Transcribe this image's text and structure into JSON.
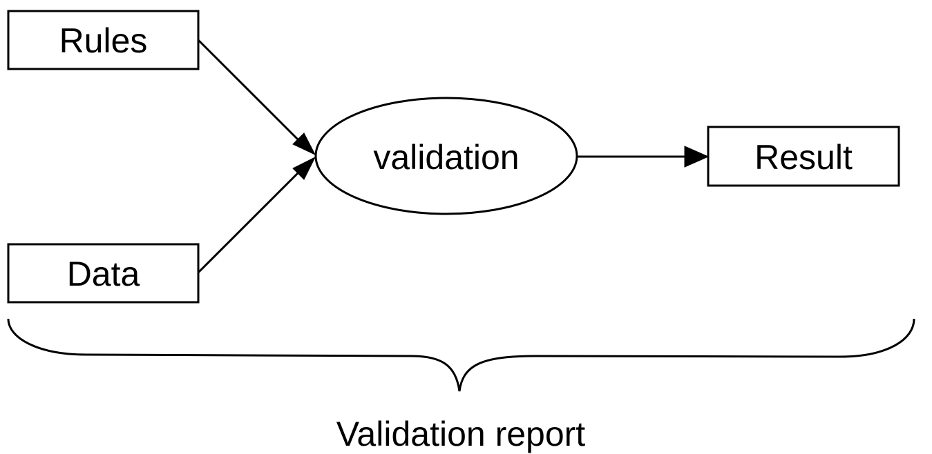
{
  "nodes": {
    "rules": {
      "label": "Rules"
    },
    "data": {
      "label": "Data"
    },
    "validation": {
      "label": "validation"
    },
    "result": {
      "label": "Result"
    }
  },
  "caption": "Validation report"
}
